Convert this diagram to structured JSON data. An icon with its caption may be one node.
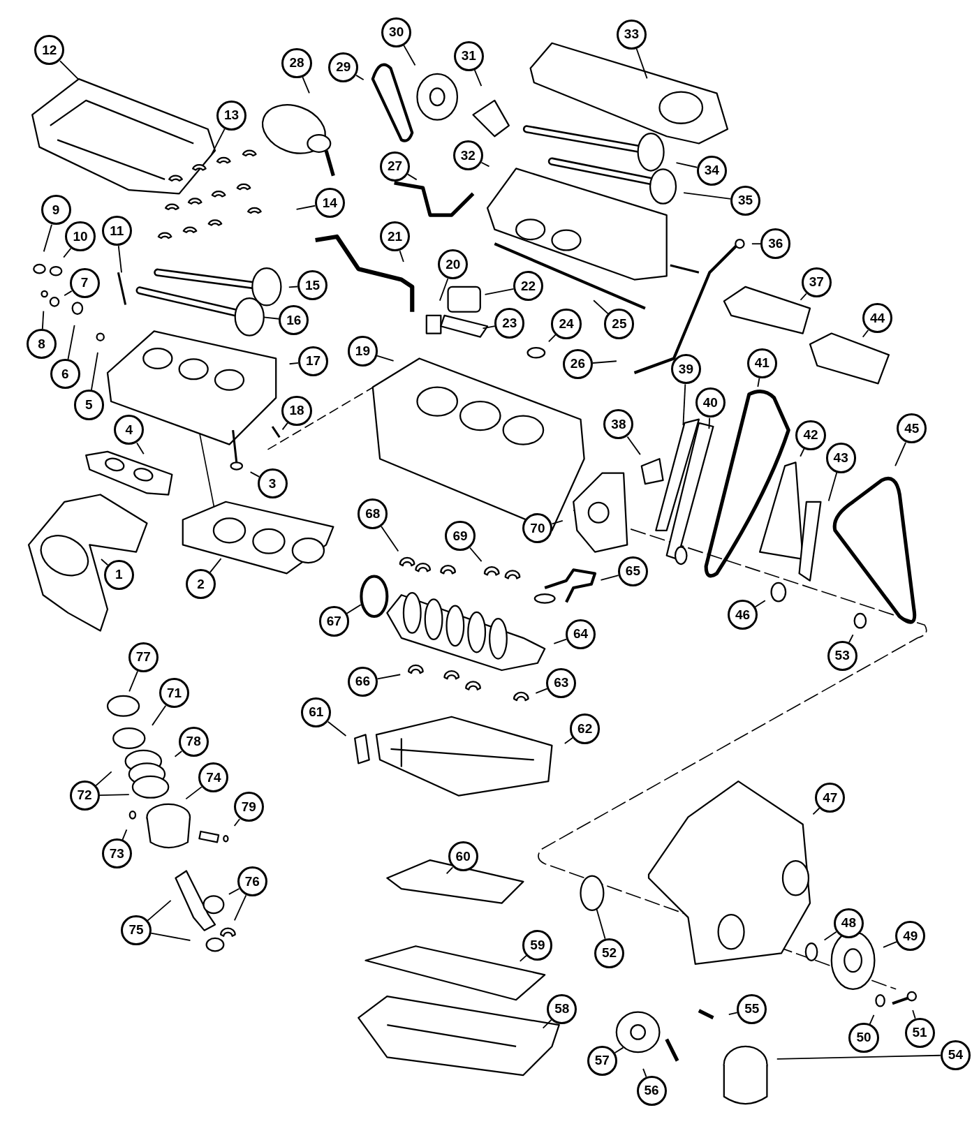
{
  "diagram": {
    "nodes": [
      {
        "text": [
          "1"
        ]
      },
      {
        "text": [
          "2"
        ]
      },
      {
        "text": [
          "3"
        ]
      },
      {
        "text": [
          "4"
        ]
      },
      {
        "text": [
          "5"
        ]
      },
      {
        "text": [
          "6"
        ]
      },
      {
        "text": [
          "7"
        ]
      },
      {
        "text": [
          "8"
        ]
      },
      {
        "text": [
          "9"
        ]
      },
      {
        "text": [
          "10"
        ]
      },
      {
        "text": [
          "11"
        ]
      },
      {
        "text": [
          "12"
        ]
      },
      {
        "text": [
          "13"
        ]
      },
      {
        "text": [
          "14"
        ]
      },
      {
        "text": [
          "15"
        ]
      },
      {
        "text": [
          "16"
        ]
      },
      {
        "text": [
          "17"
        ]
      },
      {
        "text": [
          "18"
        ]
      },
      {
        "text": [
          "19"
        ]
      },
      {
        "text": [
          "20"
        ]
      },
      {
        "text": [
          "21"
        ]
      },
      {
        "text": [
          "22"
        ]
      },
      {
        "text": [
          "23"
        ]
      },
      {
        "text": [
          "24"
        ]
      },
      {
        "text": [
          "25"
        ]
      },
      {
        "text": [
          "26"
        ]
      },
      {
        "text": [
          "27"
        ]
      },
      {
        "text": [
          "28"
        ]
      },
      {
        "text": [
          "29"
        ]
      },
      {
        "text": [
          "30"
        ]
      },
      {
        "text": [
          "31"
        ]
      },
      {
        "text": [
          "32"
        ]
      },
      {
        "text": [
          "33"
        ]
      },
      {
        "text": [
          "34"
        ]
      },
      {
        "text": [
          "35"
        ]
      },
      {
        "text": [
          "36"
        ]
      },
      {
        "text": [
          "37"
        ]
      },
      {
        "text": [
          "38"
        ]
      },
      {
        "text": [
          "39"
        ]
      },
      {
        "text": [
          "40"
        ]
      },
      {
        "text": [
          "41"
        ]
      },
      {
        "text": [
          "42"
        ]
      },
      {
        "text": [
          "43"
        ]
      },
      {
        "text": [
          "44"
        ]
      },
      {
        "text": [
          "45"
        ]
      },
      {
        "text": [
          "46"
        ]
      },
      {
        "text": [
          "47"
        ]
      },
      {
        "text": [
          "48"
        ]
      },
      {
        "text": [
          "49"
        ]
      },
      {
        "text": [
          "50"
        ]
      },
      {
        "text": [
          "51"
        ]
      },
      {
        "text": [
          "52"
        ]
      },
      {
        "text": [
          "53"
        ]
      },
      {
        "text": [
          "54"
        ]
      },
      {
        "text": [
          "55"
        ]
      },
      {
        "text": [
          "56"
        ]
      },
      {
        "text": [
          "57"
        ]
      },
      {
        "text": [
          "58"
        ]
      },
      {
        "text": [
          "59"
        ]
      },
      {
        "text": [
          "60"
        ]
      },
      {
        "text": [
          "61"
        ]
      },
      {
        "text": [
          "62"
        ]
      },
      {
        "text": [
          "63"
        ]
      },
      {
        "text": [
          "64"
        ]
      },
      {
        "text": [
          "65"
        ]
      },
      {
        "text": [
          "66"
        ]
      },
      {
        "text": [
          "67"
        ]
      },
      {
        "text": [
          "68"
        ]
      },
      {
        "text": [
          "69"
        ]
      },
      {
        "text": [
          "70"
        ]
      },
      {
        "text": [
          "71"
        ]
      },
      {
        "text": [
          "72"
        ]
      },
      {
        "text": [
          "73"
        ]
      },
      {
        "text": [
          "74"
        ]
      },
      {
        "text": [
          "75"
        ]
      },
      {
        "text": [
          "76"
        ]
      },
      {
        "text": [
          "77"
        ]
      },
      {
        "text": [
          "78"
        ]
      },
      {
        "text": [
          "79"
        ]
      }
    ],
    "edges": [
      {
        "from": 0,
        "to": null,
        "arrow": "none"
      },
      {
        "from": 1,
        "to": null,
        "arrow": "none"
      },
      {
        "from": 2,
        "to": null,
        "arrow": "none"
      },
      {
        "from": 3,
        "to": null,
        "arrow": "none"
      },
      {
        "from": 4,
        "to": null,
        "arrow": "none"
      },
      {
        "from": 5,
        "to": null,
        "arrow": "none"
      },
      {
        "from": 6,
        "to": null,
        "arrow": "none"
      },
      {
        "from": 7,
        "to": null,
        "arrow": "none"
      },
      {
        "from": 8,
        "to": null,
        "arrow": "none"
      },
      {
        "from": 9,
        "to": null,
        "arrow": "none"
      },
      {
        "from": 10,
        "to": null,
        "arrow": "none"
      },
      {
        "from": 11,
        "to": null,
        "arrow": "none"
      },
      {
        "from": 12,
        "to": null,
        "arrow": "none"
      },
      {
        "from": 13,
        "to": null,
        "arrow": "none"
      },
      {
        "from": 14,
        "to": null,
        "arrow": "none"
      },
      {
        "from": 15,
        "to": null,
        "arrow": "none"
      },
      {
        "from": 16,
        "to": null,
        "arrow": "none"
      },
      {
        "from": 17,
        "to": null,
        "arrow": "none"
      },
      {
        "from": 18,
        "to": null,
        "arrow": "none"
      },
      {
        "from": 19,
        "to": null,
        "arrow": "none"
      },
      {
        "from": 20,
        "to": null,
        "arrow": "none"
      },
      {
        "from": 21,
        "to": null,
        "arrow": "none"
      },
      {
        "from": 22,
        "to": null,
        "arrow": "none"
      },
      {
        "from": 23,
        "to": null,
        "arrow": "none"
      },
      {
        "from": 24,
        "to": null,
        "arrow": "none"
      },
      {
        "from": 25,
        "to": null,
        "arrow": "none"
      },
      {
        "from": 26,
        "to": null,
        "arrow": "none"
      },
      {
        "from": 27,
        "to": null,
        "arrow": "none"
      },
      {
        "from": 28,
        "to": null,
        "arrow": "none"
      },
      {
        "from": 29,
        "to": null,
        "arrow": "none"
      },
      {
        "from": 30,
        "to": null,
        "arrow": "none"
      },
      {
        "from": 31,
        "to": null,
        "arrow": "none"
      },
      {
        "from": 32,
        "to": null,
        "arrow": "none"
      },
      {
        "from": 33,
        "to": null,
        "arrow": "none"
      },
      {
        "from": 34,
        "to": null,
        "arrow": "none"
      },
      {
        "from": 35,
        "to": null,
        "arrow": "none"
      },
      {
        "from": 36,
        "to": null,
        "arrow": "none"
      },
      {
        "from": 37,
        "to": null,
        "arrow": "none"
      },
      {
        "from": 38,
        "to": null,
        "arrow": "none"
      },
      {
        "from": 39,
        "to": null,
        "arrow": "none"
      },
      {
        "from": 40,
        "to": null,
        "arrow": "none"
      },
      {
        "from": 41,
        "to": null,
        "arrow": "none"
      },
      {
        "from": 42,
        "to": null,
        "arrow": "none"
      },
      {
        "from": 43,
        "to": null,
        "arrow": "none"
      },
      {
        "from": 44,
        "to": null,
        "arrow": "none"
      },
      {
        "from": 45,
        "to": null,
        "arrow": "none"
      },
      {
        "from": 46,
        "to": null,
        "arrow": "none"
      },
      {
        "from": 47,
        "to": null,
        "arrow": "none"
      },
      {
        "from": 48,
        "to": null,
        "arrow": "none"
      },
      {
        "from": 49,
        "to": null,
        "arrow": "none"
      },
      {
        "from": 50,
        "to": null,
        "arrow": "none"
      },
      {
        "from": 51,
        "to": null,
        "arrow": "none"
      },
      {
        "from": 52,
        "to": null,
        "arrow": "none"
      },
      {
        "from": 53,
        "to": null,
        "arrow": "none"
      },
      {
        "from": 54,
        "to": null,
        "arrow": "none"
      },
      {
        "from": 55,
        "to": null,
        "arrow": "none"
      },
      {
        "from": 56,
        "to": null,
        "arrow": "none"
      },
      {
        "from": 57,
        "to": null,
        "arrow": "none"
      },
      {
        "from": 58,
        "to": null,
        "arrow": "none"
      },
      {
        "from": 59,
        "to": null,
        "arrow": "none"
      },
      {
        "from": 60,
        "to": null,
        "arrow": "none"
      },
      {
        "from": 61,
        "to": null,
        "arrow": "none"
      },
      {
        "from": 62,
        "to": null,
        "arrow": "none"
      },
      {
        "from": 63,
        "to": null,
        "arrow": "none"
      },
      {
        "from": 64,
        "to": null,
        "arrow": "none"
      },
      {
        "from": 65,
        "to": null,
        "arrow": "none"
      },
      {
        "from": 66,
        "to": null,
        "arrow": "none"
      },
      {
        "from": 67,
        "to": null,
        "arrow": "none"
      },
      {
        "from": 68,
        "to": null,
        "arrow": "none"
      },
      {
        "from": 69,
        "to": null,
        "arrow": "none"
      },
      {
        "from": 70,
        "to": null,
        "arrow": "none"
      },
      {
        "from": 71,
        "to": null,
        "arrow": "none"
      },
      {
        "from": 71,
        "to": null,
        "arrow": "none"
      },
      {
        "from": 72,
        "to": null,
        "arrow": "none"
      },
      {
        "from": 73,
        "to": null,
        "arrow": "none"
      },
      {
        "from": 74,
        "to": null,
        "arrow": "none"
      },
      {
        "from": 74,
        "to": null,
        "arrow": "none"
      },
      {
        "from": 75,
        "to": null,
        "arrow": "none"
      },
      {
        "from": 75,
        "to": null,
        "arrow": "none"
      },
      {
        "from": 76,
        "to": null,
        "arrow": "none"
      },
      {
        "from": 77,
        "to": null,
        "arrow": "none"
      },
      {
        "from": 78,
        "to": null,
        "arrow": "none"
      }
    ]
  }
}
